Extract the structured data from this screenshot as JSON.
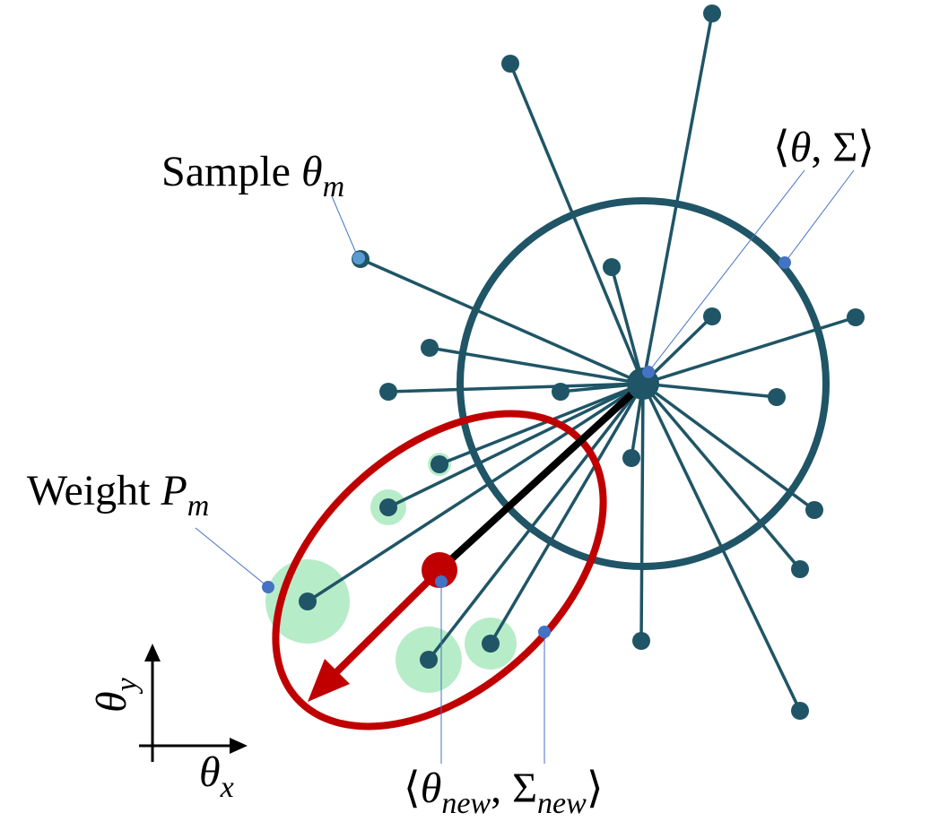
{
  "colors": {
    "sample": "#1f5566",
    "red": "#c00000",
    "weight_fill": "#b7ecc8",
    "marker": "#4472c4",
    "black": "#000000"
  },
  "labels": {
    "sample_word": "Sample ",
    "theta": "θ",
    "m": "m",
    "weight_word": "Weight ",
    "p": "P",
    "mean_open": "⟨",
    "mean_theta": "θ",
    "mean_comma": ", Σ",
    "mean_close": "⟩",
    "new_open": "⟨",
    "new_theta": "θ",
    "new_sub1": "new",
    "new_sigma": ", Σ",
    "new_sub2": "new",
    "new_close": "⟩",
    "axis_theta": "θ",
    "axis_x": "x",
    "axis_y": "y"
  }
}
